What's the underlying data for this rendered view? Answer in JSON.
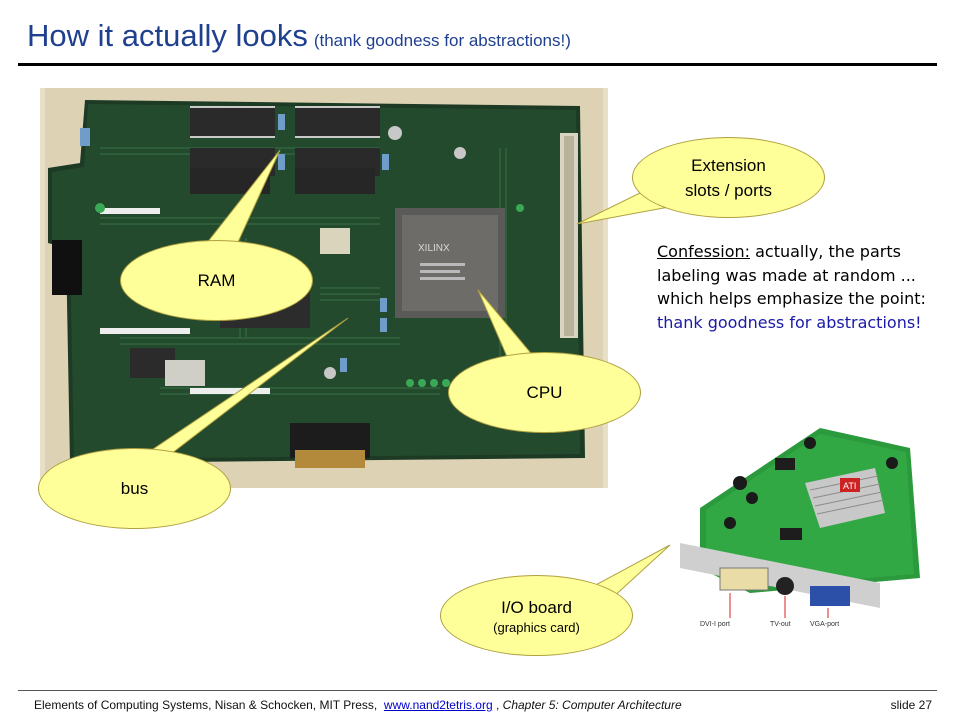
{
  "slide": {
    "title": "How it actually looks",
    "subtitle": "(thank goodness for abstractions!)"
  },
  "callouts": {
    "ram": "RAM",
    "bus": "bus",
    "cpu": "CPU",
    "extension_line1": "Extension",
    "extension_line2": "slots / ports",
    "io_main": "I/O board",
    "io_sub": "(graphics card)"
  },
  "confession": {
    "lead": "Confession:",
    "part1": " actually, the parts labeling was made at random ... which helps emphasize the point: ",
    "emphasis": "thank goodness for abstractions!"
  },
  "graphics_card_labels": {
    "dvi": "DVI-I port",
    "tv": "TV-out",
    "vga": "VGA-port",
    "chip_brand": "ATI",
    "fpga_brand": "XILINX"
  },
  "footer": {
    "text_before": "Elements of Computing Systems, Nisan & Schocken, MIT Press,",
    "link": "www.nand2tetris.org",
    "separator": " , ",
    "chapter": "Chapter 5: Computer Architecture",
    "slide_number": "slide 27"
  },
  "colors": {
    "title_blue": "#1f3f8f",
    "bubble_fill": "#ffff99",
    "pcb_green": "#1e3a26",
    "emphasis_blue": "#1a1aa8"
  }
}
